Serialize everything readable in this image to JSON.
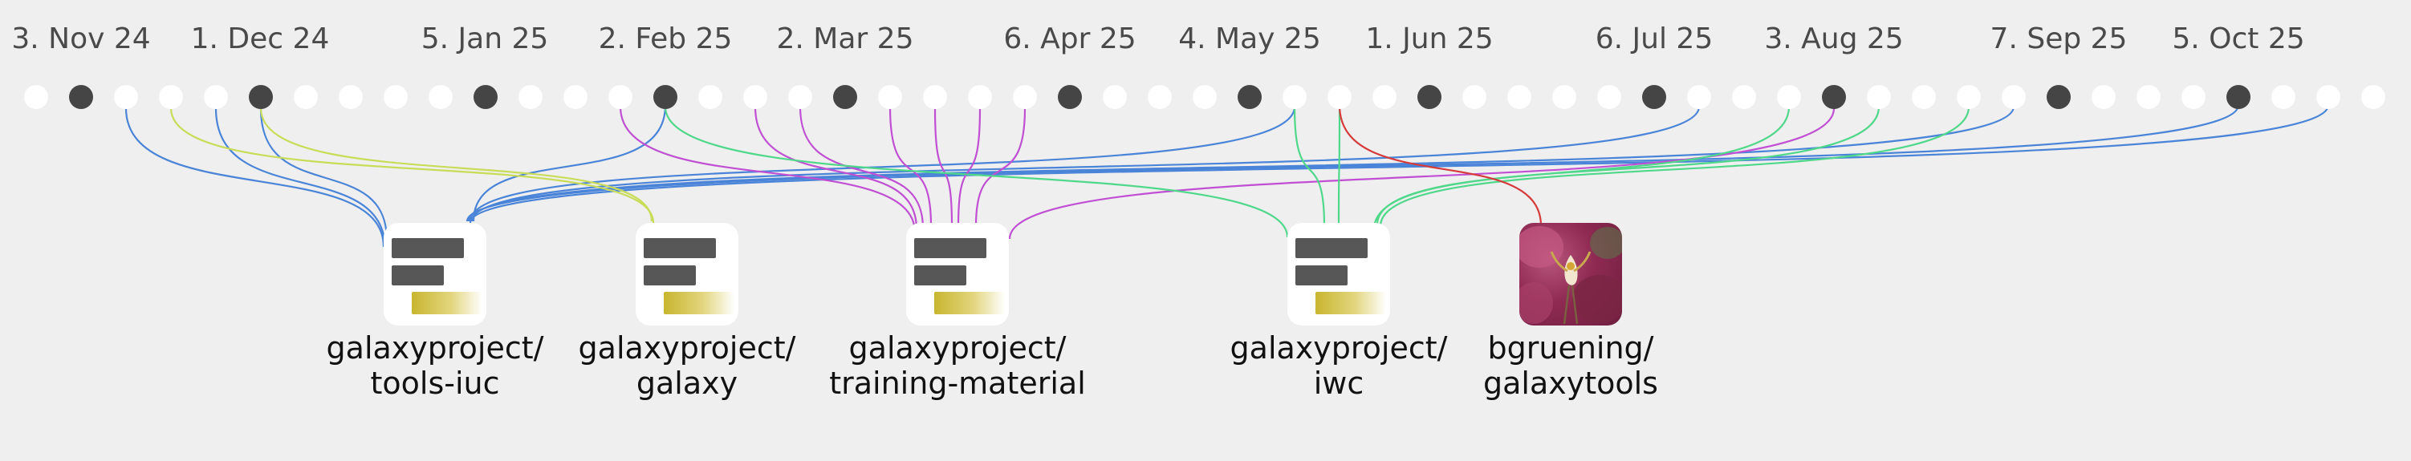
{
  "timeline": {
    "dates": [
      "3. Nov 24",
      "1. Dec 24",
      "5. Jan 25",
      "2. Feb 25",
      "2. Mar 25",
      "6. Apr 25",
      "4. May 25",
      "1. Jun 25",
      "6. Jul 25",
      "3. Aug 25",
      "7. Sep 25",
      "5. Oct 25"
    ],
    "week_count": 53,
    "active_weeks": [
      1,
      5,
      10,
      14,
      18,
      23,
      27,
      31,
      36,
      40,
      45,
      49
    ],
    "colors": {
      "dot_empty": "#ffffff",
      "dot_active": "#454545",
      "tools_iuc": "#4a84d8",
      "galaxy": "#c9dc58",
      "training_material": "#c04fd4",
      "iwc": "#4fd88a",
      "galaxytools": "#d63a3a"
    }
  },
  "repos": [
    {
      "owner": "galaxyproject/",
      "name": "tools-iuc",
      "icon": "repo-bars-icon"
    },
    {
      "owner": "galaxyproject/",
      "name": "galaxy",
      "icon": "repo-bars-icon"
    },
    {
      "owner": "galaxyproject/",
      "name": "training-material",
      "icon": "repo-bars-icon"
    },
    {
      "owner": "galaxyproject/",
      "name": "iwc",
      "icon": "repo-bars-icon"
    },
    {
      "owner": "bgruening/",
      "name": "galaxytools",
      "icon": "orchid-avatar-icon"
    }
  ]
}
